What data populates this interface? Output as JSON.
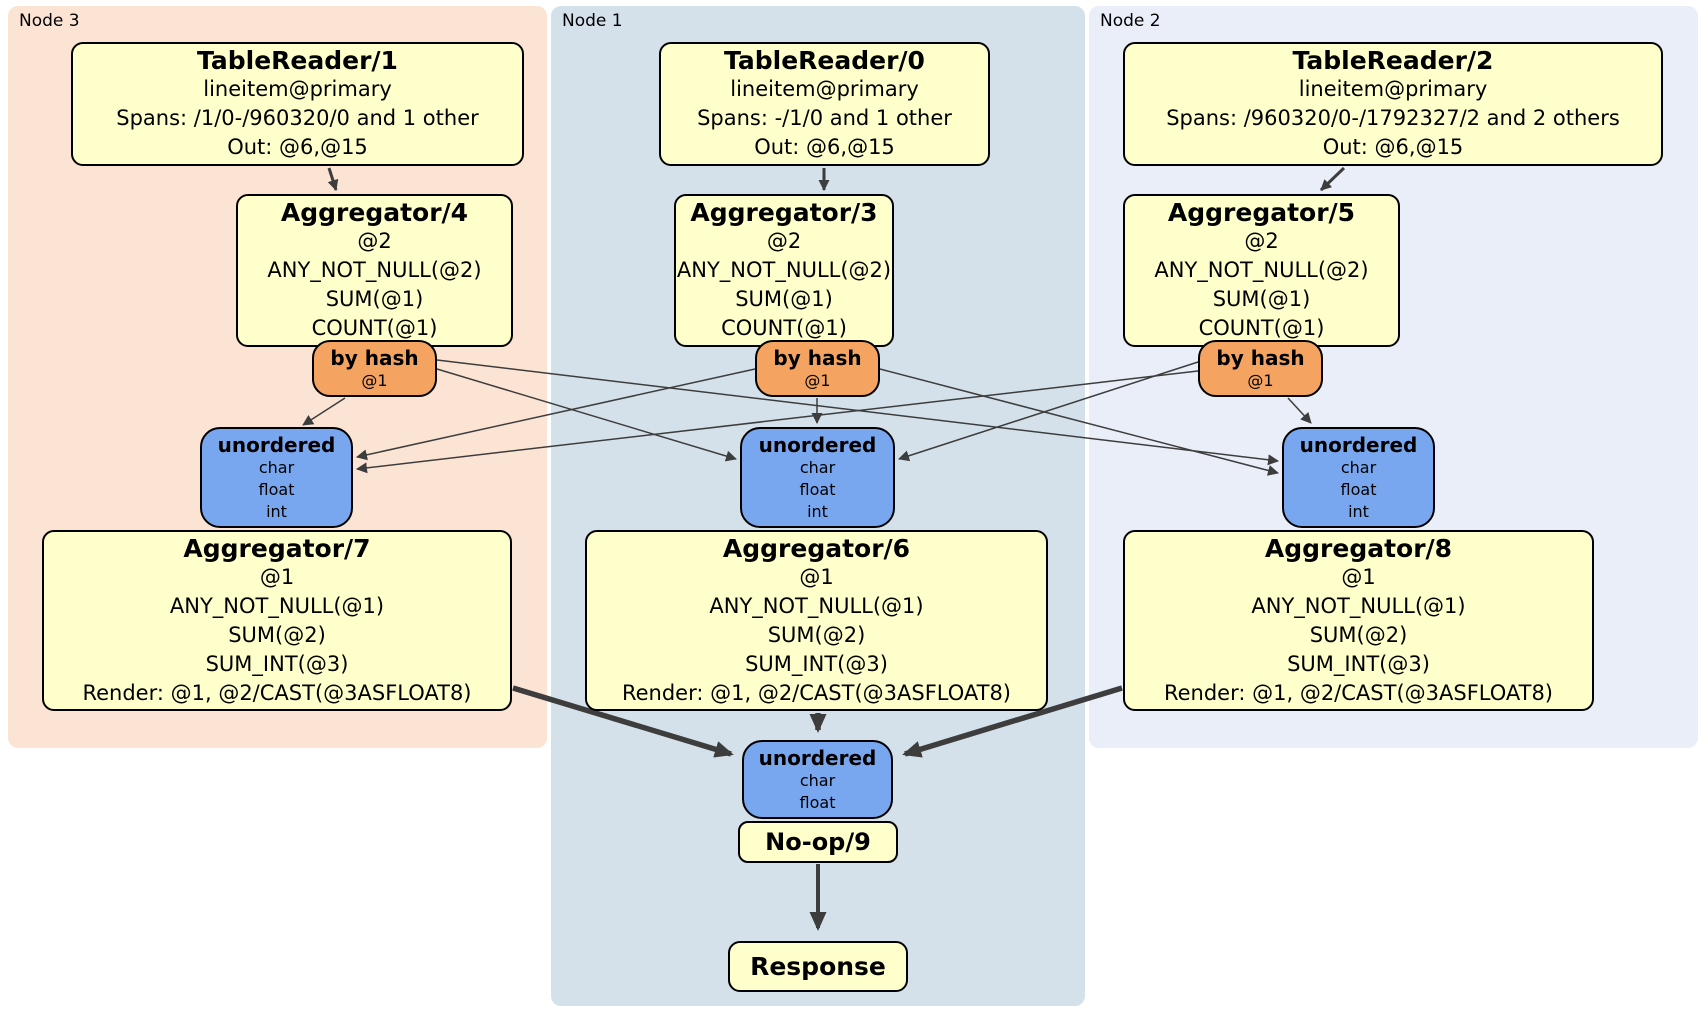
{
  "panels": {
    "node3": {
      "label": "Node 3"
    },
    "node1": {
      "label": "Node 1"
    },
    "node2": {
      "label": "Node 2"
    }
  },
  "boxes": {
    "tr1": {
      "title": "TableReader/1",
      "lines": [
        "lineitem@primary",
        "Spans: /1/0-/960320/0 and 1 other",
        "Out: @6,@15"
      ]
    },
    "tr0": {
      "title": "TableReader/0",
      "lines": [
        "lineitem@primary",
        "Spans: -/1/0 and 1 other",
        "Out: @6,@15"
      ]
    },
    "tr2": {
      "title": "TableReader/2",
      "lines": [
        "lineitem@primary",
        "Spans: /960320/0-/1792327/2 and 2 others",
        "Out: @6,@15"
      ]
    },
    "agg4": {
      "title": "Aggregator/4",
      "lines": [
        "@2",
        "ANY_NOT_NULL(@2)",
        "SUM(@1)",
        "COUNT(@1)"
      ]
    },
    "agg3": {
      "title": "Aggregator/3",
      "lines": [
        "@2",
        "ANY_NOT_NULL(@2)",
        "SUM(@1)",
        "COUNT(@1)"
      ]
    },
    "agg5": {
      "title": "Aggregator/5",
      "lines": [
        "@2",
        "ANY_NOT_NULL(@2)",
        "SUM(@1)",
        "COUNT(@1)"
      ]
    },
    "hash4": {
      "title": "by hash",
      "lines": [
        "@1"
      ]
    },
    "hash3": {
      "title": "by hash",
      "lines": [
        "@1"
      ]
    },
    "hash5": {
      "title": "by hash",
      "lines": [
        "@1"
      ]
    },
    "un7": {
      "title": "unordered",
      "lines": [
        "char",
        "float",
        "int"
      ]
    },
    "un6": {
      "title": "unordered",
      "lines": [
        "char",
        "float",
        "int"
      ]
    },
    "un8": {
      "title": "unordered",
      "lines": [
        "char",
        "float",
        "int"
      ]
    },
    "agg7": {
      "title": "Aggregator/7",
      "lines": [
        "@1",
        "ANY_NOT_NULL(@1)",
        "SUM(@2)",
        "SUM_INT(@3)",
        "Render: @1, @2/CAST(@3ASFLOAT8)"
      ]
    },
    "agg6": {
      "title": "Aggregator/6",
      "lines": [
        "@1",
        "ANY_NOT_NULL(@1)",
        "SUM(@2)",
        "SUM_INT(@3)",
        "Render: @1, @2/CAST(@3ASFLOAT8)"
      ]
    },
    "agg8": {
      "title": "Aggregator/8",
      "lines": [
        "@1",
        "ANY_NOT_NULL(@1)",
        "SUM(@2)",
        "SUM_INT(@3)",
        "Render: @1, @2/CAST(@3ASFLOAT8)"
      ]
    },
    "un9": {
      "title": "unordered",
      "lines": [
        "char",
        "float"
      ]
    },
    "noop": {
      "title": "No-op/9"
    },
    "response": {
      "title": "Response"
    }
  },
  "colors": {
    "panel_node3": "#fce4d5",
    "panel_node1": "#d4e1ea",
    "panel_node2": "#e9eef8",
    "processor_box": "#ffffcc",
    "hash_router": "#f4a460",
    "unordered_sync": "#79a7ef",
    "edge": "#3d3d3d",
    "border": "#000000"
  }
}
